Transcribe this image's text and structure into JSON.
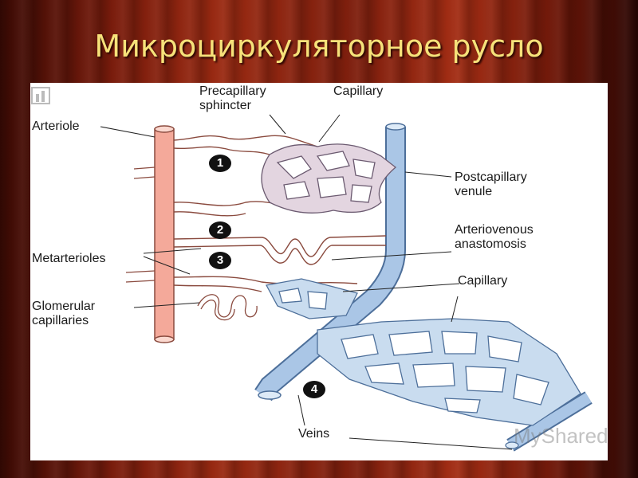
{
  "title": "Микроциркуляторное русло",
  "labels": {
    "arteriole": "Arteriole",
    "precapillary_sphincter": "Precapillary\nsphincter",
    "capillary_top": "Capillary",
    "postcapillary_venule": "Postcapillary\nvenule",
    "arteriovenous_anastomosis": "Arteriovenous\nanastomosis",
    "metarterioles": "Metarterioles",
    "capillary_right": "Capillary",
    "glomerular_capillaries": "Glomerular\ncapillaries",
    "veins": "Veins"
  },
  "markers": [
    "1",
    "2",
    "3",
    "4"
  ],
  "watermark": "MyShared",
  "colors": {
    "arterial": "#f4a99a",
    "venous": "#a9c4e4",
    "title": "#f6e27a"
  }
}
